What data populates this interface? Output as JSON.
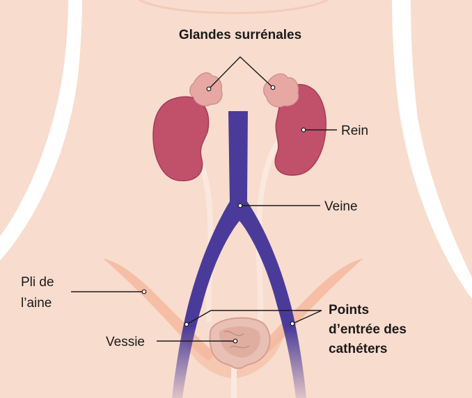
{
  "labels": {
    "adrenal_glands": "Glandes surrénales",
    "kidney": "Rein",
    "vein": "Veine",
    "groin_fold_line1": "Pli de",
    "groin_fold_line2": "l’aine",
    "bladder": "Vessie",
    "entry_points_line1": "Points",
    "entry_points_line2": "d’entrée des",
    "entry_points_line3": "cathéters"
  },
  "colors": {
    "skin": "#f8dccd",
    "body_outline": "#ffffff",
    "kidney": "#c1506a",
    "adrenal": "#e7a7a3",
    "vein": "#4a3b9a",
    "ureter": "#fbe9e1",
    "groin_fold": "#f4b89d",
    "bladder": "#e9c0b4",
    "text": "#1a1a1a"
  }
}
